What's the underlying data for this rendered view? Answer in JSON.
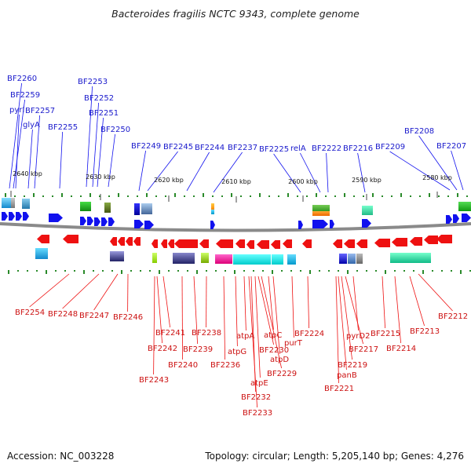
{
  "title": "Bacteroides fragilis NCTC 9343, complete genome",
  "accession_label": "Accession: NC_003228",
  "summary_label": "Topology: circular; Length: 5,205,140 bp; Genes: 4,276",
  "colors": {
    "forward_gene": "#1111ee",
    "reverse_gene": "#ee1111",
    "backbone": "#888888",
    "forward_label": "#1a1acc",
    "reverse_label": "#cc1111",
    "gc_marks": "#2a8a2a"
  },
  "scale_ticks": [
    "2640 kbp",
    "2630 kbp",
    "2620 kbp",
    "2610 kbp",
    "2600 kbp",
    "2590 kbp",
    "2580 kbp"
  ],
  "forward_genes": [
    "BF2260",
    "BF2259",
    "pyrI",
    "glyA",
    "BF2257",
    "BF2255",
    "BF2253",
    "BF2252",
    "BF2251",
    "BF2250",
    "BF2249",
    "BF2245",
    "BF2244",
    "BF2237",
    "BF2225",
    "relA",
    "BF2222",
    "BF2216",
    "BF2209",
    "BF2208",
    "BF2207"
  ],
  "reverse_genes": [
    "BF2254",
    "BF2248",
    "BF2247",
    "BF2246",
    "BF2243",
    "BF2242",
    "BF2241",
    "BF2240",
    "BF2239",
    "BF2238",
    "BF2236",
    "atpG",
    "atpA",
    "BF2233",
    "BF2232",
    "atpE",
    "BF2230",
    "BF2229",
    "atpC",
    "atpD",
    "purT",
    "BF2224",
    "BF2221",
    "panB",
    "BF2219",
    "BF2217",
    "pyrD2",
    "BF2215",
    "BF2214",
    "BF2213",
    "BF2212"
  ]
}
